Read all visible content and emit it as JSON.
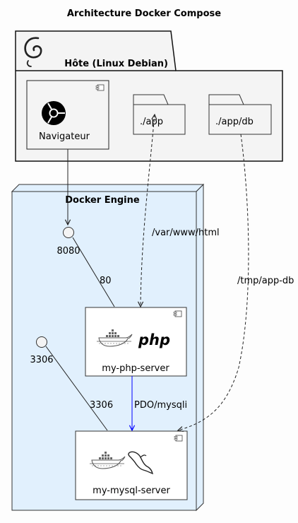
{
  "title": "Architecture Docker Compose",
  "host": {
    "label": "Hôte (Linux Debian)",
    "icon": "debian-swirl-icon",
    "components": {
      "browser": {
        "label": "Navigateur",
        "icon": "chrome-icon"
      },
      "app_folder": {
        "label": "./app"
      },
      "db_folder": {
        "label": "./app/db"
      }
    }
  },
  "engine": {
    "label": "Docker Engine",
    "ports": {
      "p8080": "8080",
      "p3306": "3306"
    },
    "php_server": {
      "label": "my-php-server",
      "icons": [
        "docker-whale-icon",
        "php-logo-icon"
      ],
      "logo_text": "php"
    },
    "mysql_server": {
      "label": "my-mysql-server",
      "icons": [
        "docker-whale-icon",
        "mysql-dolphin-icon"
      ]
    }
  },
  "edges": {
    "app_volume": "/var/www/html",
    "db_volume": "/tmp/app-db",
    "port_80": "80",
    "port_3306": "3306",
    "pdo": "PDO/mysqli"
  },
  "colors": {
    "background": "#fdfdfd",
    "host_fill": "#f4f4f4",
    "engine_fill": "#e1f0fd",
    "component_fill": "#ffffff",
    "pdo_edge": "#0000ff"
  }
}
